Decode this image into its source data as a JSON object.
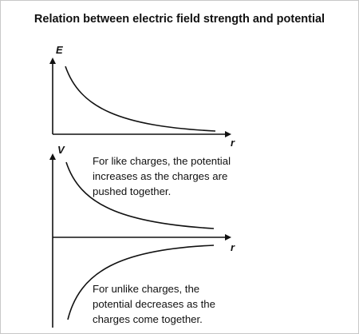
{
  "title": "Relation between electric field strength and potential",
  "top_graph": {
    "y_axis_label": "E",
    "x_axis_label": "r"
  },
  "bottom_graph": {
    "y_axis_label": "V",
    "x_axis_label": "r",
    "like_charges_note": [
      "For like charges, the potential",
      "increases as the charges are",
      "pushed together."
    ],
    "unlike_charges_note": [
      "For unlike charges, the",
      "potential decreases as the",
      "charges come together."
    ]
  }
}
